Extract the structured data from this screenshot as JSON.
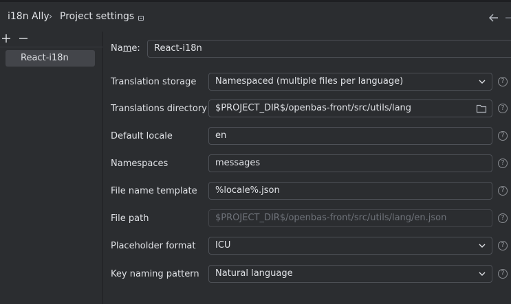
{
  "header": {
    "breadcrumb_root": "i18n Ally",
    "breadcrumb_separator": "›",
    "breadcrumb_page": "Project settings"
  },
  "sidebar": {
    "items": [
      {
        "label": "React-i18n",
        "selected": true
      }
    ]
  },
  "form": {
    "name": {
      "label_pre": "Na",
      "label_mnemonic": "m",
      "label_post": "e:",
      "value": "React-i18n"
    },
    "translation_storage": {
      "label": "Translation storage",
      "value": "Namespaced (multiple files per language)"
    },
    "translations_directory": {
      "label": "Translations directory",
      "value": "$PROJECT_DIR$/openbas-front/src/utils/lang"
    },
    "default_locale": {
      "label": "Default locale",
      "value": "en"
    },
    "namespaces": {
      "label": "Namespaces",
      "value": "messages"
    },
    "file_name_template": {
      "label": "File name template",
      "value": "%locale%.json"
    },
    "file_path": {
      "label": "File path",
      "value": "$PROJECT_DIR$/openbas-front/src/utils/lang/en.json",
      "disabled": true
    },
    "placeholder_format": {
      "label": "Placeholder format",
      "value": "ICU"
    },
    "key_naming_pattern": {
      "label": "Key naming pattern",
      "value": "Natural language"
    },
    "help_glyph": "?"
  },
  "colors": {
    "background": "#2b2d30",
    "border": "#4e5157",
    "text": "#dfe1e5",
    "disabled_text": "#6f737a",
    "selected_item": "#43454a"
  }
}
